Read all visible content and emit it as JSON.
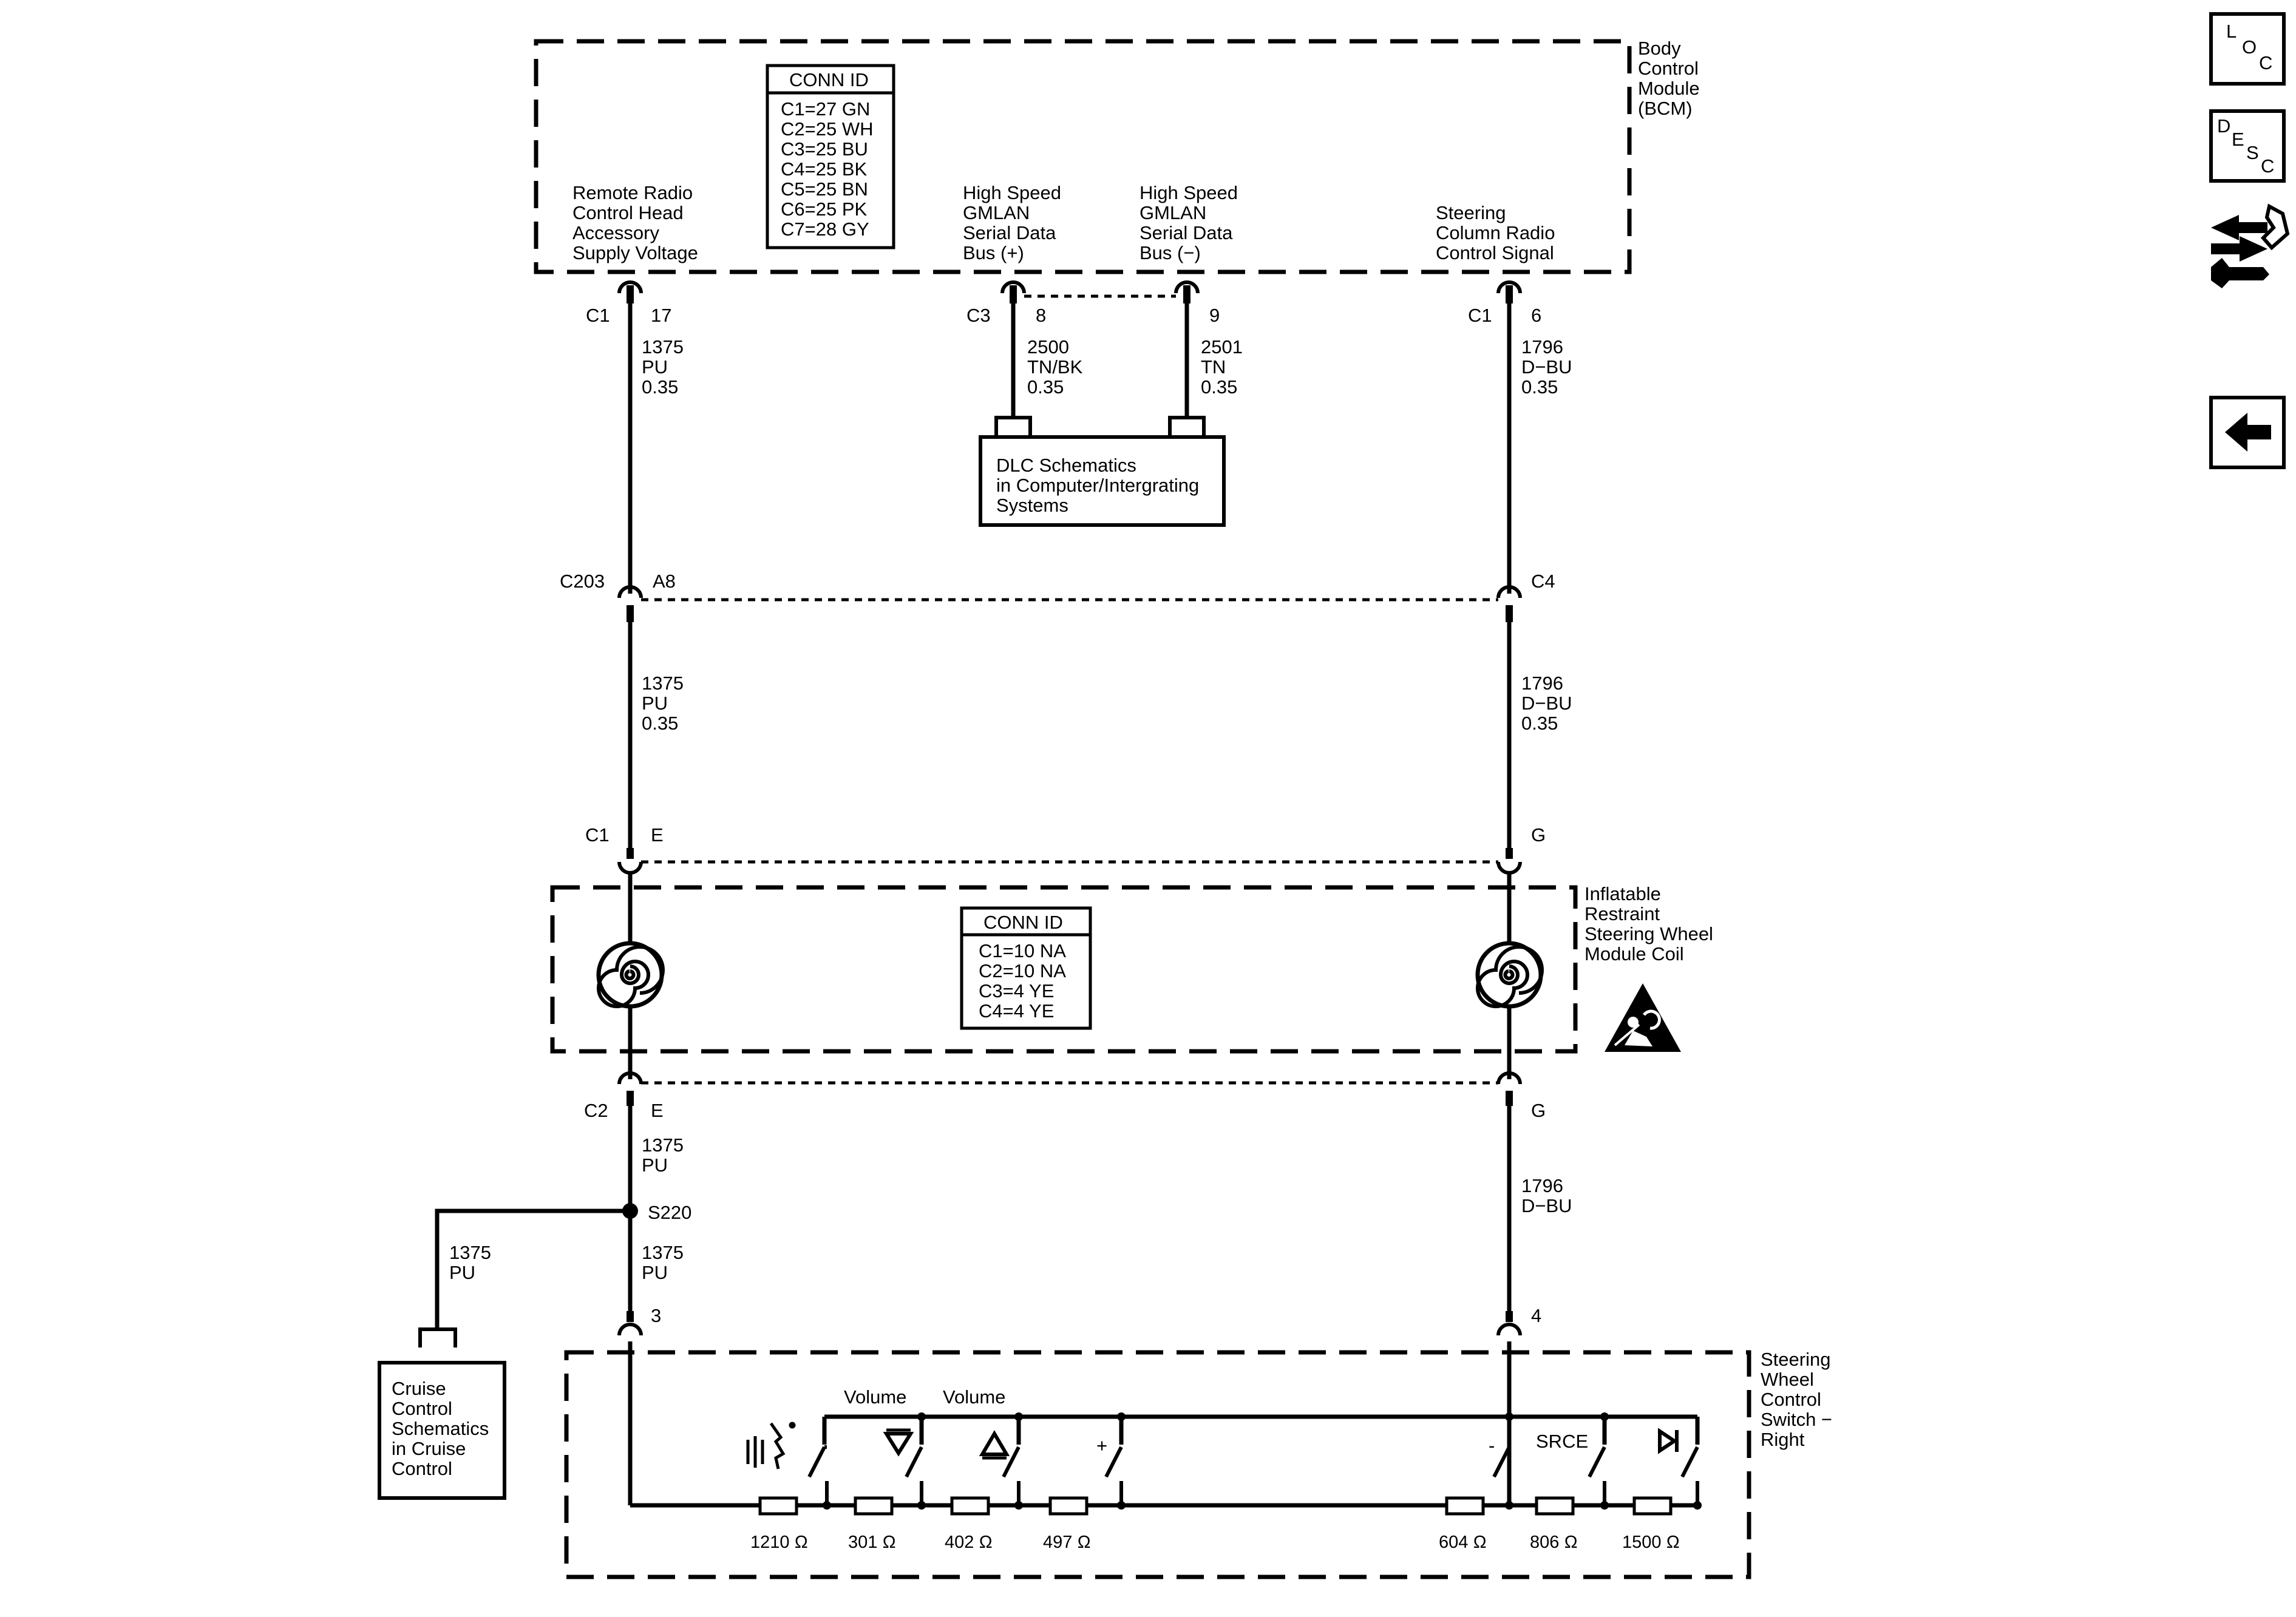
{
  "bcm": {
    "label": [
      "Body",
      "Control",
      "Module",
      "(BCM)"
    ],
    "conn_id": {
      "title": "CONN ID",
      "rows": [
        "C1=27 GN",
        "C2=25 WH",
        "C3=25 BU",
        "C4=25 BK",
        "C5=25 BN",
        "C6=25 PK",
        "C7=28 GY"
      ]
    },
    "functions": {
      "remote_radio": [
        "Remote Radio",
        "Control Head",
        "Accessory",
        "Supply Voltage"
      ],
      "hs_plus": [
        "High Speed",
        "GMLAN",
        "Serial Data",
        "Bus (+)"
      ],
      "hs_minus": [
        "High Speed",
        "GMLAN",
        "Serial Data",
        "Bus (−)"
      ],
      "steering_column": [
        "Steering",
        "Column Radio",
        "Control Signal"
      ]
    },
    "pins": {
      "c1_17": {
        "conn": "C1",
        "pin": "17"
      },
      "c3_8": {
        "conn": "C3",
        "pin": "8"
      },
      "c3_9": {
        "pin": "9"
      },
      "c1_6": {
        "conn": "C1",
        "pin": "6"
      }
    }
  },
  "wires": {
    "pu_upper": [
      "1375",
      "PU",
      "0.35"
    ],
    "tnbk": [
      "2500",
      "TN/BK",
      "0.35"
    ],
    "tn": [
      "2501",
      "TN",
      "0.35"
    ],
    "dbu_upper": [
      "1796",
      "D−BU",
      "0.35"
    ],
    "pu_mid": [
      "1375",
      "PU",
      "0.35"
    ],
    "dbu_mid": [
      "1796",
      "D−BU",
      "0.35"
    ],
    "pu_lower": [
      "1375",
      "PU"
    ],
    "pu_branch": [
      "1375",
      "PU"
    ],
    "pu_bottom": [
      "1375",
      "PU"
    ],
    "dbu_lower": [
      "1796",
      "D−BU"
    ]
  },
  "dlc_box": [
    "DLC Schematics",
    "in Computer/Intergrating",
    "Systems"
  ],
  "c203": {
    "conn": "C203",
    "left_pin": "A8",
    "right_pin": "C4"
  },
  "coil_c1": {
    "conn": "C1",
    "left_pin": "E",
    "right_pin": "G"
  },
  "coil": {
    "label": [
      "Inflatable",
      "Restraint",
      "Steering Wheel",
      "Module Coil"
    ],
    "conn_id": {
      "title": "CONN ID",
      "rows": [
        "C1=10 NA",
        "C2=10 NA",
        "C3=4 YE",
        "C4=4 YE"
      ]
    }
  },
  "coil_c2": {
    "conn": "C2",
    "left_pin": "E",
    "right_pin": "G"
  },
  "splice": "S220",
  "cruise_box": [
    "Cruise",
    "Control",
    "Schematics",
    "in Cruise",
    "Control"
  ],
  "switch": {
    "label": [
      "Steering",
      "Wheel",
      "Control",
      "Switch −",
      "Right"
    ],
    "pin_left": "3",
    "pin_right": "4",
    "volume_labels": [
      "Volume",
      "Volume"
    ],
    "plus": "+",
    "minus": "-",
    "srce": "SRCE",
    "resistors": [
      "1210 Ω",
      "301 Ω",
      "402 Ω",
      "497 Ω",
      "604 Ω",
      "806 Ω",
      "1500 Ω"
    ]
  },
  "nav": {
    "loc": [
      "L",
      "O",
      "C"
    ],
    "desc": [
      "D",
      "E",
      "S",
      "C"
    ]
  },
  "icons": [
    "loc-icon",
    "desc-icon",
    "connector-view-icon",
    "back-arrow-icon",
    "airbag-warning-icon",
    "clockspring-icon"
  ]
}
